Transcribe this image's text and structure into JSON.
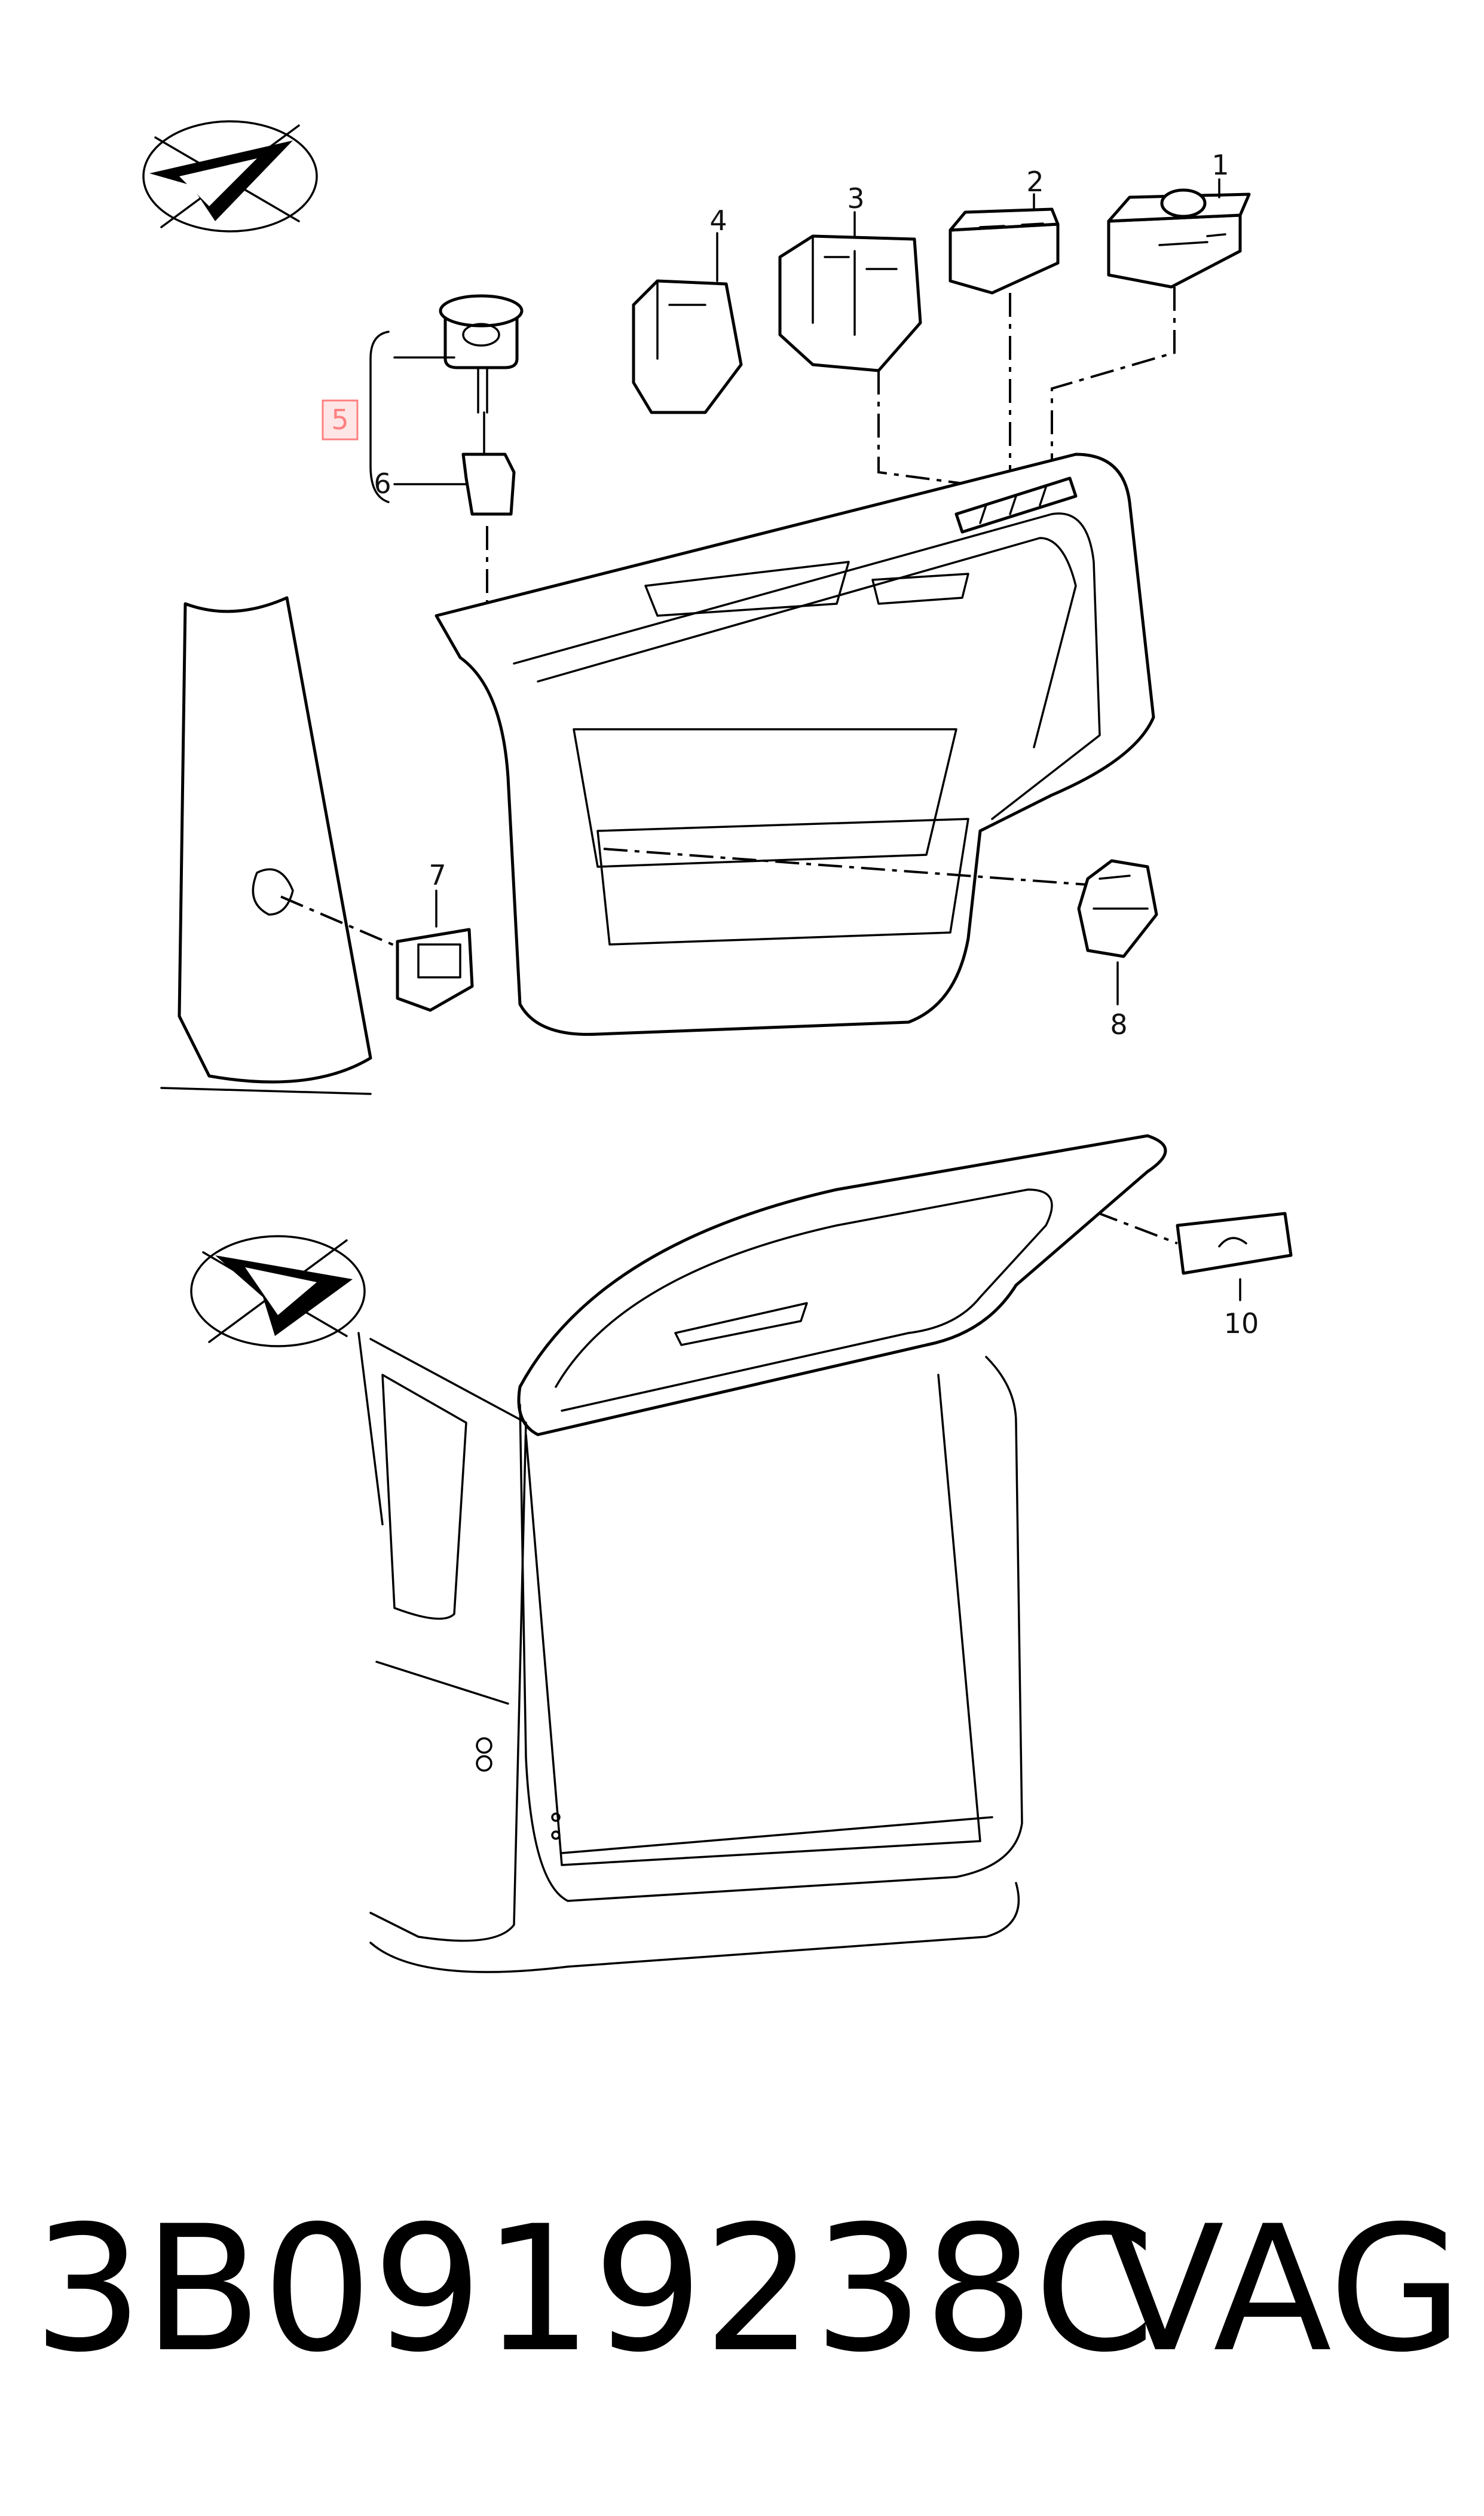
{
  "callouts": [
    {
      "id": "1",
      "label": "1"
    },
    {
      "id": "2",
      "label": "2"
    },
    {
      "id": "3",
      "label": "3"
    },
    {
      "id": "4",
      "label": "4"
    },
    {
      "id": "5",
      "label": "5",
      "highlighted": true
    },
    {
      "id": "6",
      "label": "6"
    },
    {
      "id": "7",
      "label": "7"
    },
    {
      "id": "8",
      "label": "8"
    },
    {
      "id": "10",
      "label": "10"
    }
  ],
  "footer": {
    "part_number": "3B0919238C",
    "brand": "VAG"
  },
  "colors": {
    "line": "#000000",
    "highlight_fill": "#ffe6e6",
    "highlight_stroke": "#ff8080",
    "background": "#ffffff"
  },
  "icons": [
    "view-direction-arrow-icon",
    "view-direction-arrow-icon"
  ]
}
